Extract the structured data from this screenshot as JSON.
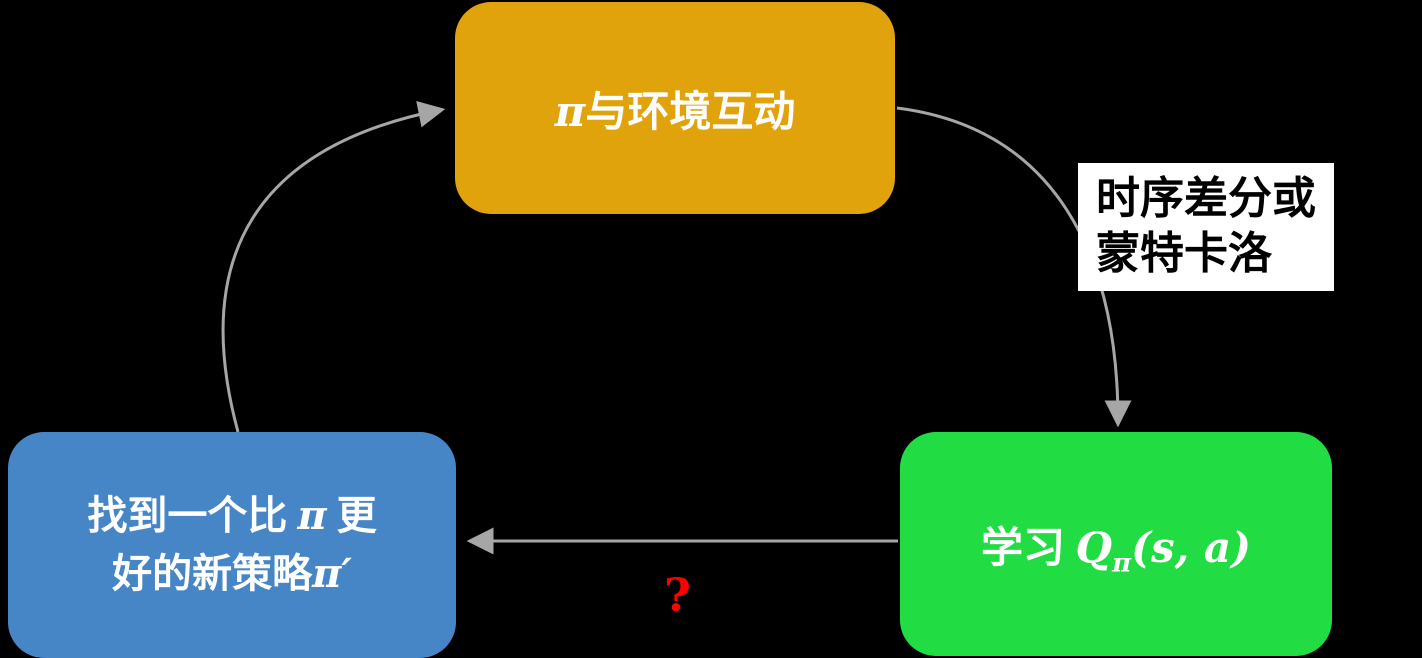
{
  "diagram": {
    "background_color": "#000000",
    "arrow_color": "#A6A6A6",
    "nodes": {
      "interact": {
        "symbol": "π",
        "rest": "与环境互动",
        "fill_color": "#E0A30B",
        "text_color": "#FFFFFF"
      },
      "learn_q": {
        "prefix": "学习 ",
        "symbol": "Q",
        "subscript": "π",
        "args": "(s, a)",
        "fill_color": "#22DC43",
        "text_color": "#FFFFFF"
      },
      "new_policy": {
        "line1_prefix": "找到一个比 ",
        "line1_symbol": "π",
        "line1_suffix": " 更",
        "line2_prefix": "好的新策略",
        "line2_symbol": "π′",
        "fill_color": "#4786C6",
        "text_color": "#FFFFFF"
      }
    },
    "annotations": {
      "method_label": {
        "line1": "时序差分或",
        "line2": "蒙特卡洛",
        "background_color": "#FFFFFF",
        "text_color": "#000000"
      },
      "question_mark": {
        "text": "?",
        "color": "#FF0000"
      }
    }
  }
}
